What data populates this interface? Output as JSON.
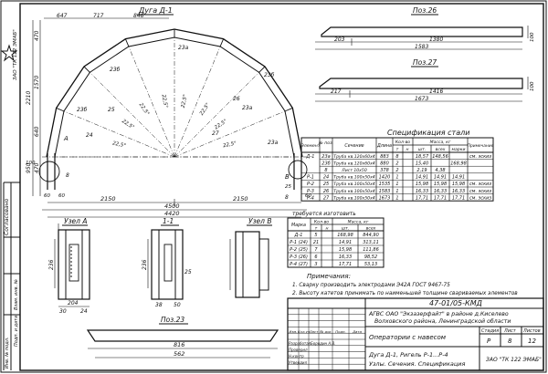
{
  "stamp": {
    "org": "ЗАО \"ТК 122 ЭМАБ\""
  },
  "side": {
    "inv": "Инв. № подл.",
    "sign": "Подп. и дата",
    "zam": "Взам. инв. №",
    "soglas": "Согласовано"
  },
  "views": {
    "arch": "Дуга Д-1",
    "pos26": "Поз.26",
    "pos27": "Поз.27",
    "uzelA": "Узел А",
    "sec11": "1-1",
    "uzelB": "Узел В",
    "pos23": "Поз.23"
  },
  "arch": {
    "topdims": [
      "647",
      "717",
      "846"
    ],
    "leftdims": [
      "2210",
      "1570",
      "470",
      "640",
      "470",
      "950"
    ],
    "angles": [
      "22,5°",
      "22,5°",
      "22,5°",
      "22,5°",
      "22,5°",
      "22,5°",
      "22,5°",
      "22,5°"
    ],
    "labels": [
      "23а",
      "23а",
      "23б",
      "23б",
      "23а",
      "23б",
      "24",
      "25",
      "26",
      "27",
      "А",
      "В",
      "8",
      "60",
      "25",
      "60",
      "60",
      "8"
    ],
    "bottom": [
      "2150",
      "2150",
      "4500",
      "4420",
      "100"
    ]
  },
  "pos26": {
    "dims": [
      "203",
      "1380",
      "1583"
    ],
    "h": "100"
  },
  "pos27": {
    "dims": [
      "217",
      "1416",
      "1673"
    ],
    "h": "100"
  },
  "uzelA": {
    "dims": [
      "236",
      "204",
      "30",
      "24"
    ]
  },
  "sec11": {
    "dims": [
      "236",
      "25",
      "38",
      "50"
    ]
  },
  "pos23": {
    "dims": [
      "816",
      "562"
    ]
  },
  "spec": {
    "title": "Спецификация стали",
    "headers": [
      "Элемент",
      "№ поз.",
      "Сечение",
      "Длина",
      "Кол-во т",
      "Кол-во н",
      "Масса шт.",
      "Масса всех",
      "Масса марки",
      "Примечание"
    ],
    "group_headers": {
      "kol": "Кол-во",
      "massa": "Масса, кг"
    },
    "sub_headers": {
      "t": "т",
      "n": "н",
      "sht": "шт.",
      "vseh": "всех",
      "marki": "марки"
    },
    "rows": [
      [
        "Д-1",
        "23а",
        "Труба кв.120х60х4",
        "883",
        "8",
        "",
        "18,57",
        "148,56",
        "",
        "см. эскиз"
      ],
      [
        "",
        "23б",
        "Труба кв.120х60х4",
        "880",
        "2",
        "",
        "15,40",
        "",
        "168,98",
        ""
      ],
      [
        "",
        "8",
        "Лист 10х50",
        "378",
        "2",
        "",
        "2,19",
        "4,38",
        "",
        ""
      ],
      [
        "Р-1",
        "24",
        "Труба кв.100х50х4",
        "1420",
        "1",
        "",
        "14,91",
        "14,91",
        "14,91",
        ""
      ],
      [
        "Р-2",
        "25",
        "Труба кв.100х50х4",
        "1535",
        "1",
        "",
        "15,98",
        "15,98",
        "15,98",
        "см. эскиз"
      ],
      [
        "Р-3",
        "26",
        "Труба кв.100х50х4",
        "1583",
        "1",
        "",
        "16,33",
        "16,33",
        "16,33",
        "см. эскиз"
      ],
      [
        "Р-4",
        "27",
        "Труба кв.100х50х4",
        "1673",
        "1",
        "",
        "17,71",
        "17,71",
        "17,71",
        "см. эскиз"
      ]
    ]
  },
  "req": {
    "title": "требуется изготовить",
    "headers": [
      "Марка",
      "Кол-во т",
      "Кол-во н",
      "Масса шт.",
      "Масса всех"
    ],
    "group_headers": {
      "kol": "Кол-во",
      "massa": "Масса, кг"
    },
    "sub_headers": {
      "t": "т",
      "n": "н",
      "sht": "шт.",
      "vseh": "всех"
    },
    "rows": [
      [
        "Д-1",
        "5",
        "",
        "168,98",
        "844,90"
      ],
      [
        "Р-1 (24)",
        "21",
        "",
        "14,91",
        "313,11"
      ],
      [
        "Р-2 (25)",
        "7",
        "",
        "15,98",
        "111,86"
      ],
      [
        "Р-3 (26)",
        "6",
        "",
        "16,33",
        "98,52"
      ],
      [
        "Р-4 (27)",
        "3",
        "",
        "17,71",
        "53,13"
      ]
    ]
  },
  "notes": {
    "title": "Примечания:",
    "items": [
      "1. Сварку производить электродами Э42А ГОСТ 9467-75",
      "2. Высоту катетов принимать по наименьшей толщине свариваемых элементов"
    ]
  },
  "titleblock": {
    "code": "47-01/05-КМД",
    "org": "АГВС ОАО \"Экзазерфайт\" в районе д.Киселево Волховского района, Ленинградской области",
    "object": "Оператории с навесом",
    "stadia_h": "Стадия",
    "list_h": "Лист",
    "listov_h": "Листов",
    "stadia": "Р",
    "list": "8",
    "listov": "12",
    "sheet": "Дуга Д-1, Ригель Р-1...Р-4",
    "sheet2": "Узлы. Сечения. Спецификация",
    "company": "ЗАО \"ТК 122 ЭМАБ\"",
    "roles": [
      "Разработал",
      "Проверил",
      "Н.контр",
      "Утвердил"
    ],
    "names": [
      "Бородин А.В.",
      "",
      "",
      ""
    ],
    "cols": [
      "Изм.",
      "Кол.уч",
      "Лист",
      "№ док",
      "Подп.",
      "Дата"
    ]
  }
}
